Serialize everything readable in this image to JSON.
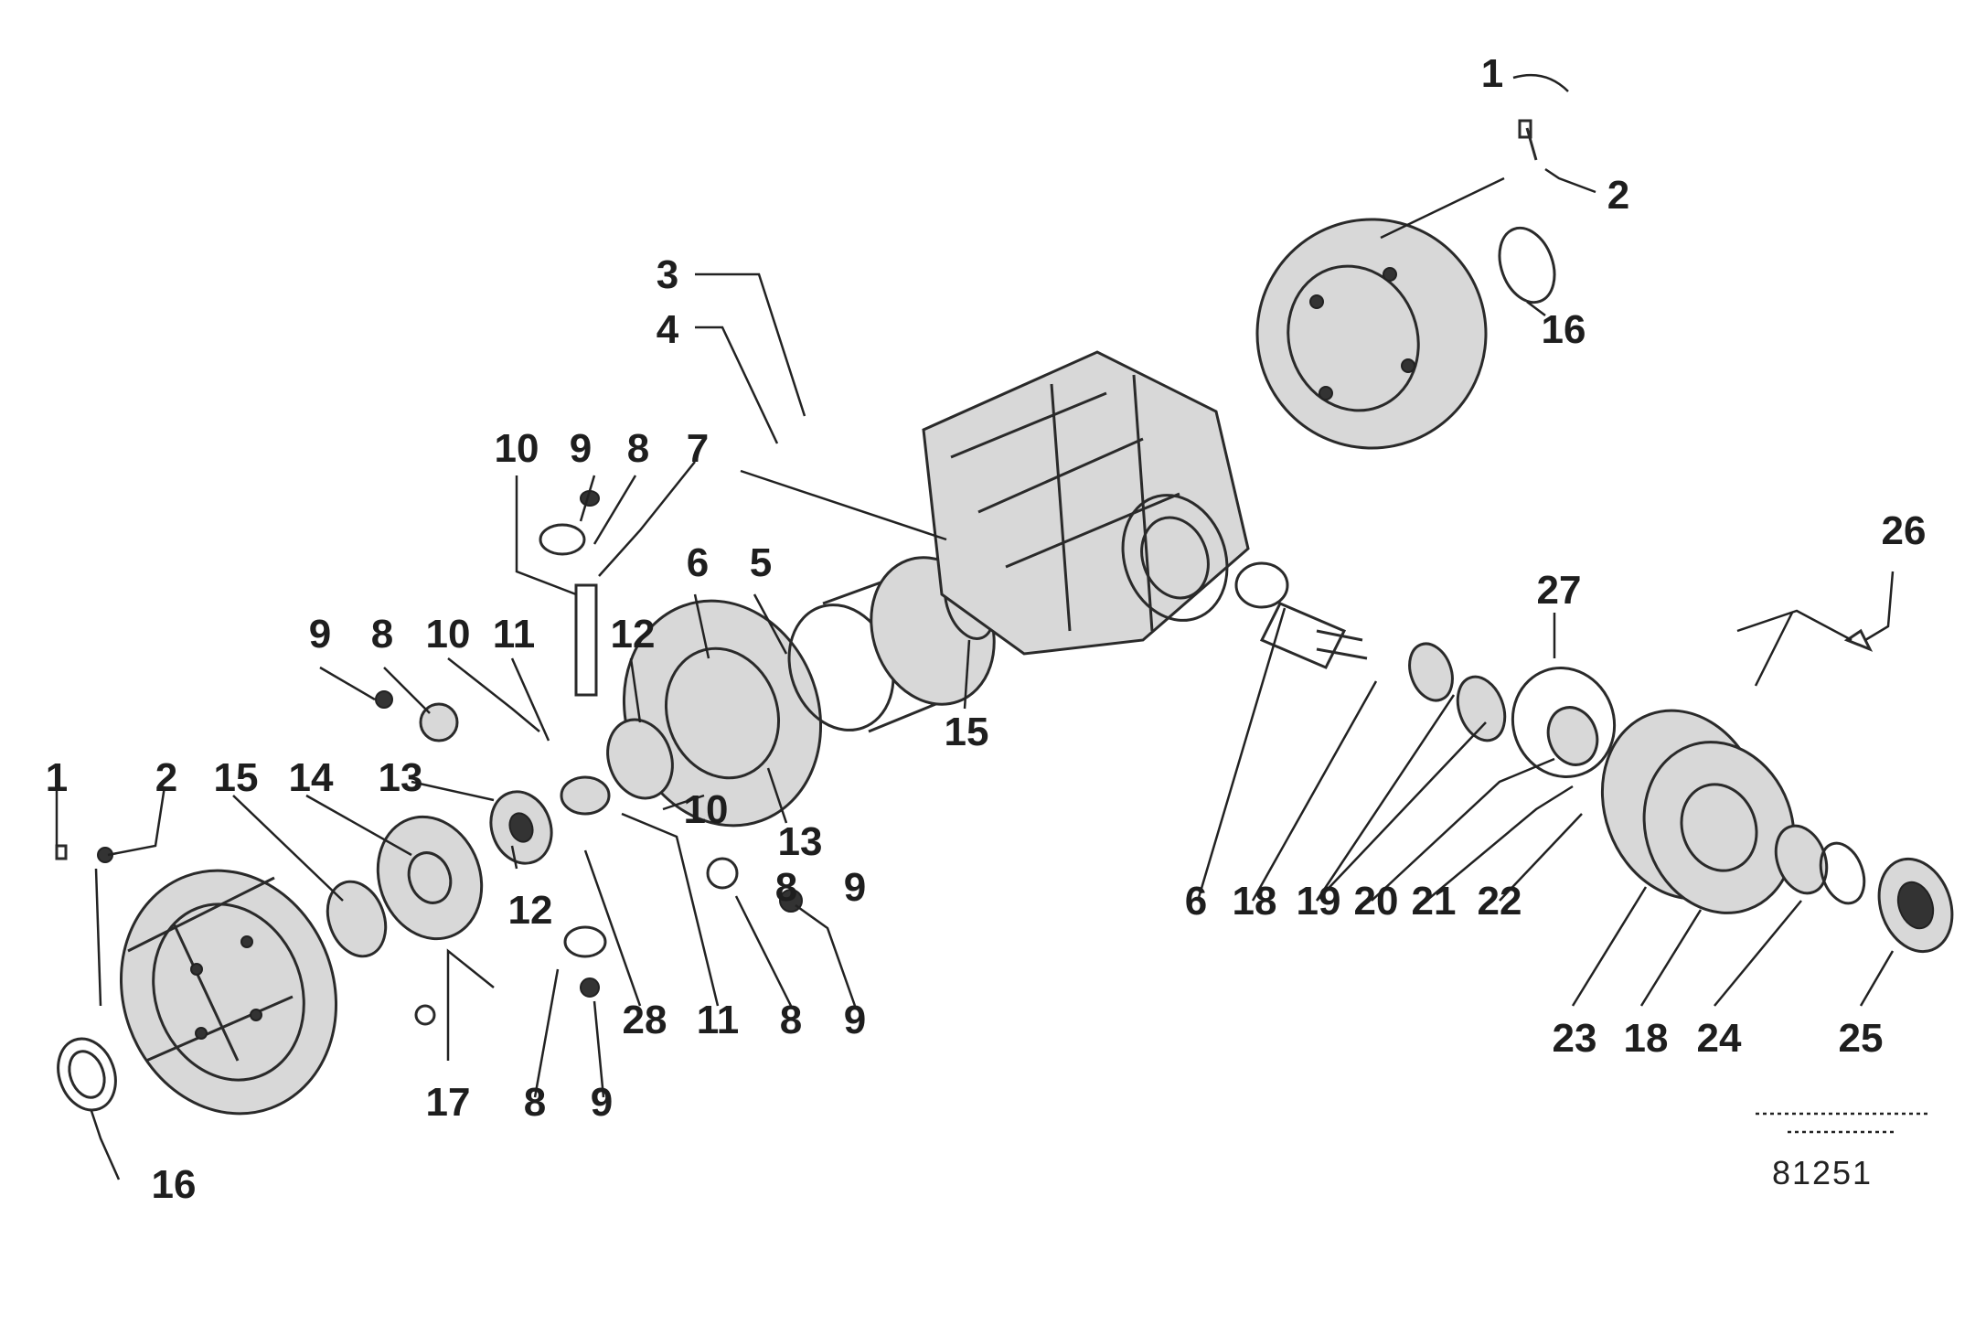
{
  "callouts": [
    "1",
    "2",
    "3",
    "4",
    "10",
    "9",
    "8",
    "7",
    "6",
    "5",
    "16",
    "15",
    "26",
    "27",
    "9",
    "8",
    "10",
    "11",
    "12",
    "1",
    "2",
    "15",
    "14",
    "13",
    "12",
    "10",
    "13",
    "8",
    "9",
    "6",
    "18",
    "19",
    "20",
    "21",
    "22",
    "28",
    "11",
    "8",
    "9",
    "17",
    "8",
    "9",
    "23",
    "18",
    "24",
    "25",
    "16"
  ],
  "footer": {
    "small_line_1": "",
    "small_line_2": "",
    "drawing_ref": "81251"
  }
}
